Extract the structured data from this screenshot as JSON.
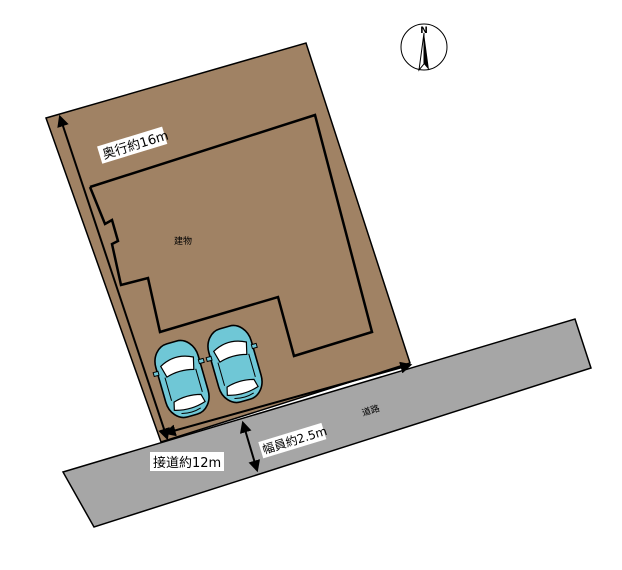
{
  "compass": {
    "letter": "N",
    "icon": "north-arrow-icon"
  },
  "labels": {
    "depth": "奥行約16m",
    "building": "建物",
    "road": "道路",
    "frontage": "接道約12m",
    "road_width": "幅員約2.5m"
  },
  "cars": {
    "icon": "car-icon"
  },
  "colors": {
    "lot": "#A08264",
    "road": "#A6A6A6",
    "car": "#6FC7D6",
    "outline": "#000000"
  }
}
